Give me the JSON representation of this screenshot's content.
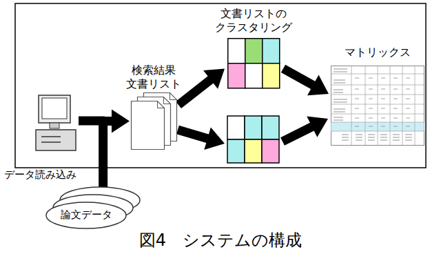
{
  "diagram": {
    "caption": "図4　システムの構成",
    "nodes": [
      {
        "text": [
          "検索結果 文書リスト"
        ]
      },
      {
        "text": [
          "文書リストの クラスタリング"
        ]
      },
      {
        "text": [
          "マトリックス"
        ]
      },
      {
        "text": [
          "論文データ"
        ]
      }
    ],
    "edges": [
      {
        "from": 3,
        "to": 0,
        "arrow": "to"
      },
      {
        "from": 0,
        "to": 1,
        "arrow": "to"
      },
      {
        "from": 1,
        "to": 2,
        "arrow": "to"
      }
    ],
    "labels": [
      "データ読み込み"
    ]
  }
}
